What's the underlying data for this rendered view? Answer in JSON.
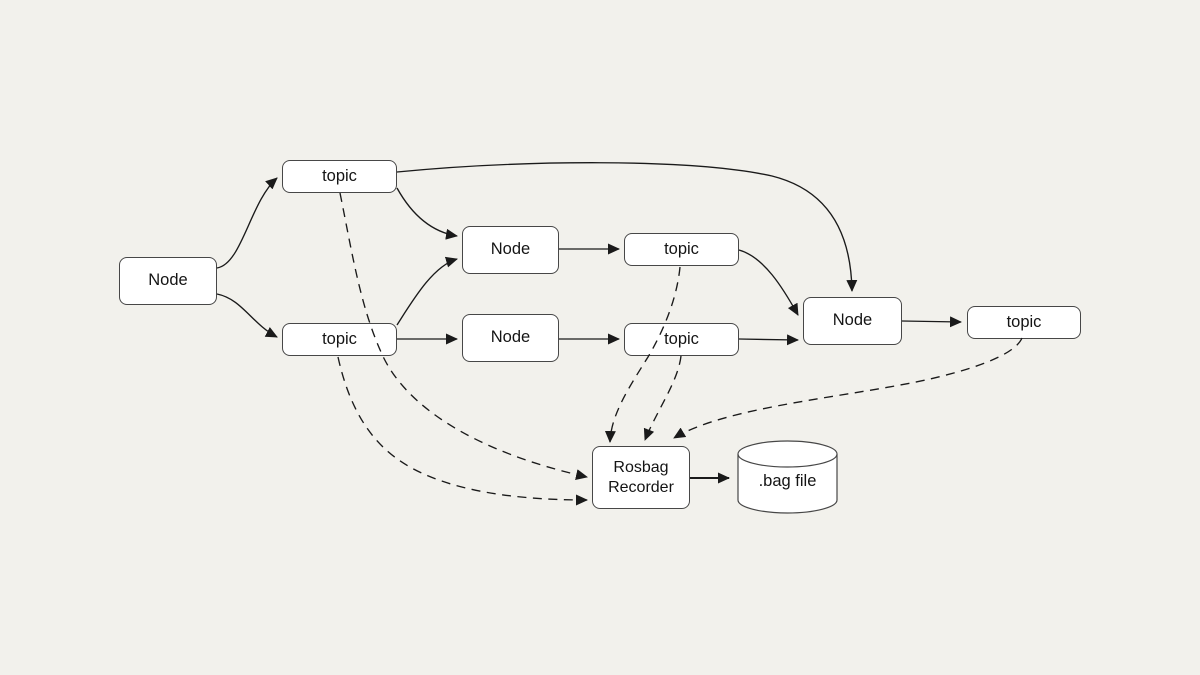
{
  "diagram": {
    "type": "flowchart",
    "description": "ROS rosbag recording data flow: nodes publish to topics, Rosbag Recorder subscribes to all topics (dashed) and writes a .bag file",
    "boxes": [
      {
        "id": "node-left",
        "label": "Node",
        "shape": "rounded-rect"
      },
      {
        "id": "topic-top",
        "label": "topic",
        "shape": "rounded-rect"
      },
      {
        "id": "topic-mid-left",
        "label": "topic",
        "shape": "rounded-rect"
      },
      {
        "id": "node-mid-top",
        "label": "Node",
        "shape": "rounded-rect"
      },
      {
        "id": "node-mid-bottom",
        "label": "Node",
        "shape": "rounded-rect"
      },
      {
        "id": "topic-mid-top",
        "label": "topic",
        "shape": "rounded-rect"
      },
      {
        "id": "topic-mid-bottom",
        "label": "topic",
        "shape": "rounded-rect"
      },
      {
        "id": "node-right",
        "label": "Node",
        "shape": "rounded-rect"
      },
      {
        "id": "topic-right",
        "label": "topic",
        "shape": "rounded-rect"
      },
      {
        "id": "rosbag-recorder",
        "label": "Rosbag Recorder",
        "shape": "rounded-rect"
      },
      {
        "id": "bag-file",
        "label": ".bag file",
        "shape": "cylinder"
      }
    ],
    "edges": [
      {
        "from": "node-left",
        "to": "topic-top",
        "style": "solid"
      },
      {
        "from": "node-left",
        "to": "topic-mid-left",
        "style": "solid"
      },
      {
        "from": "topic-top",
        "to": "node-mid-top",
        "style": "solid"
      },
      {
        "from": "topic-mid-left",
        "to": "node-mid-top",
        "style": "solid"
      },
      {
        "from": "topic-mid-left",
        "to": "node-mid-bottom",
        "style": "solid"
      },
      {
        "from": "node-mid-top",
        "to": "topic-mid-top",
        "style": "solid"
      },
      {
        "from": "node-mid-bottom",
        "to": "topic-mid-bottom",
        "style": "solid"
      },
      {
        "from": "topic-top",
        "to": "node-right",
        "style": "solid"
      },
      {
        "from": "topic-mid-top",
        "to": "node-right",
        "style": "solid"
      },
      {
        "from": "topic-mid-bottom",
        "to": "node-right",
        "style": "solid"
      },
      {
        "from": "node-right",
        "to": "topic-right",
        "style": "solid"
      },
      {
        "from": "rosbag-recorder",
        "to": "bag-file",
        "style": "solid"
      },
      {
        "from": "topic-top",
        "to": "rosbag-recorder",
        "style": "dashed"
      },
      {
        "from": "topic-mid-left",
        "to": "rosbag-recorder",
        "style": "dashed"
      },
      {
        "from": "topic-mid-top",
        "to": "rosbag-recorder",
        "style": "dashed"
      },
      {
        "from": "topic-mid-bottom",
        "to": "rosbag-recorder",
        "style": "dashed"
      },
      {
        "from": "topic-right",
        "to": "rosbag-recorder",
        "style": "dashed"
      }
    ],
    "colors": {
      "background": "#f2f1ec",
      "box_fill": "#ffffff",
      "box_border": "#474747",
      "line": "#1a1a1a",
      "text": "#141414"
    }
  }
}
